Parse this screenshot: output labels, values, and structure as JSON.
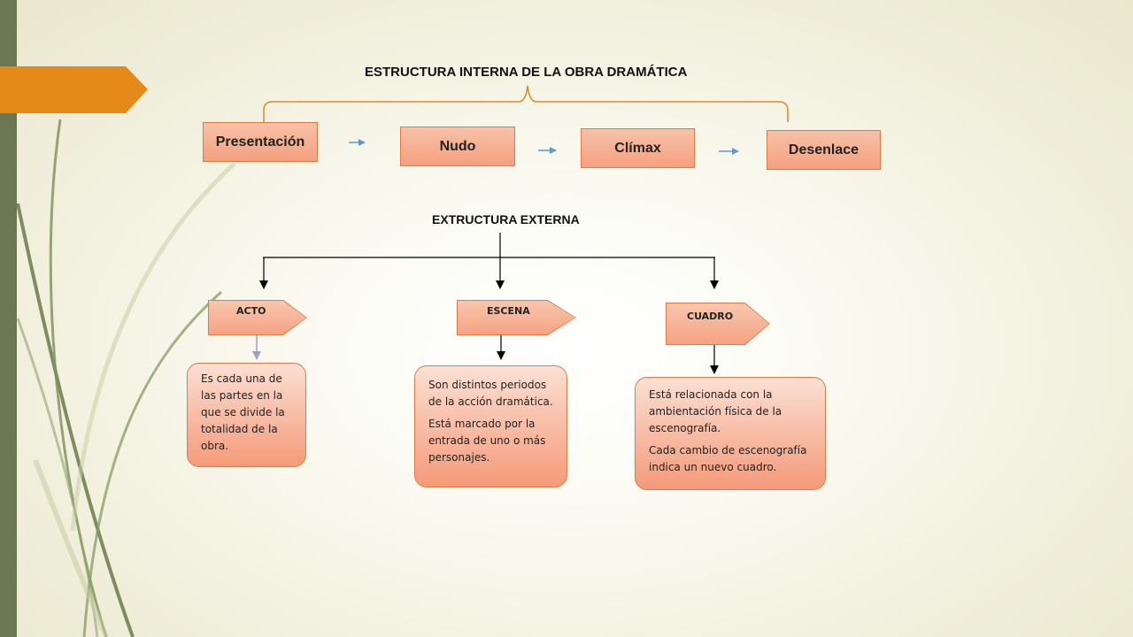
{
  "internal": {
    "title": "ESTRUCTURA INTERNA DE LA OBRA DRAMÁTICA",
    "stages": [
      "Presentación",
      "Nudo",
      "Clímax",
      "Desenlace"
    ]
  },
  "external": {
    "title": "EXTRUCTURA EXTERNA",
    "items": [
      {
        "label": "ACTO",
        "description": [
          "Es cada una de las partes en la que se divide la totalidad de la obra."
        ]
      },
      {
        "label": "ESCENA",
        "description": [
          "Son distintos periodos de la acción dramática.",
          "Está marcado por la entrada de uno o más personajes."
        ]
      },
      {
        "label": "CUADRO",
        "description": [
          "Está relacionada con la ambientación física de la escenografía.",
          "Cada cambio de escenografía indica un nuevo cuadro."
        ]
      }
    ]
  },
  "colors": {
    "accent": "#e58918",
    "sidebar": "#6b7753",
    "box_fill": "#f5a07f",
    "box_border": "#e07a42",
    "arrow_blue": "#5b9bd5"
  }
}
